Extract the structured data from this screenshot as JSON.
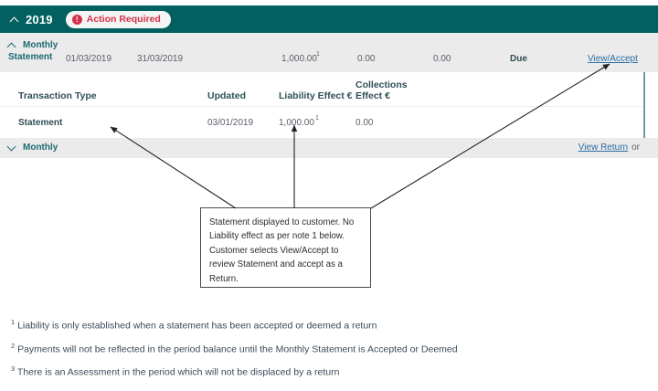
{
  "colors": {
    "teal_band": "#026160",
    "badge_red": "#d6304a",
    "row_grey": "#ebebeb",
    "link_blue": "#2b6ca3",
    "heading_teal": "#1d6a72"
  },
  "year_band": {
    "chevron_icon": "chevron-up-icon",
    "year": "2019",
    "badge": {
      "icon": "alert-circle-icon",
      "icon_glyph": "!",
      "label": "Action Required"
    }
  },
  "summary_row": {
    "chevron_icon": "chevron-up-icon",
    "title_line1": "Monthly",
    "title_line2": "Statement",
    "period_start": "01/03/2019",
    "period_end": "31/03/2019",
    "liability_effect": "1,000.00",
    "liability_effect_note": "1",
    "collections_effect": "0.00",
    "balance": "0.00",
    "status": "Due",
    "action_link": "View/Accept"
  },
  "table": {
    "headers": [
      "Transaction Type",
      "Updated",
      "Liability Effect €",
      "Collections Effect €"
    ],
    "rows": [
      {
        "transaction_type": "Statement",
        "updated": "03/01/2019",
        "liability_effect": "1,000.00",
        "liability_effect_note": "1",
        "collections_effect": "0.00"
      }
    ]
  },
  "monthly_row": {
    "chevron_icon": "chevron-down-icon",
    "label": "Monthly",
    "action_link": "View Return",
    "trailing_text": "or"
  },
  "callout": {
    "text": "Statement displayed to customer. No Liability effect as per note 1 below. Customer selects View/Accept to review Statement and accept as a Return."
  },
  "footnotes": [
    {
      "marker": "1",
      "text": "Liability is only established when a statement has been accepted or deemed a return"
    },
    {
      "marker": "2",
      "text": "Payments will not be reflected in the period balance until the Monthly Statement is Accepted or Deemed"
    },
    {
      "marker": "3",
      "text": "There is an Assessment in the period which will not be displaced by a return"
    }
  ]
}
